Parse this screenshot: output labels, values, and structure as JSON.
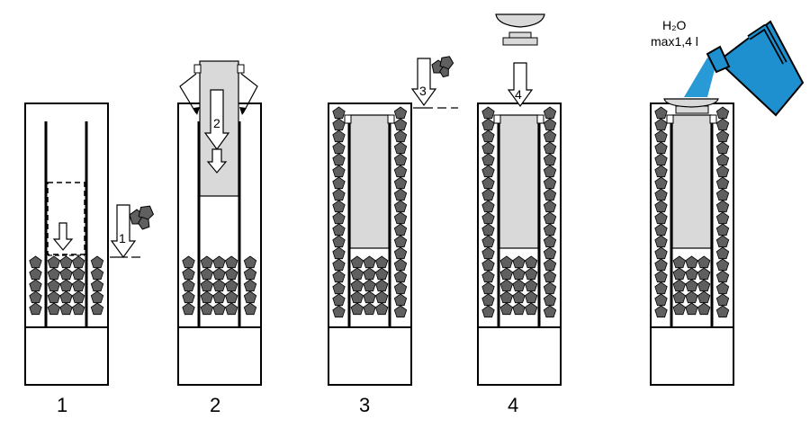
{
  "steps": [
    {
      "label": "1"
    },
    {
      "label": "2"
    },
    {
      "label": "3"
    },
    {
      "label": "4"
    }
  ],
  "arrows": {
    "a1": "1",
    "a2": "2",
    "a3": "3",
    "a4": "4"
  },
  "water": {
    "line1": "H₂O",
    "line2": "max1,4 l"
  },
  "colors": {
    "stone": "#5f5f5f",
    "insert": "#d9d9d9",
    "can": "#1e8fcf",
    "stream": "#2a9ad6"
  }
}
